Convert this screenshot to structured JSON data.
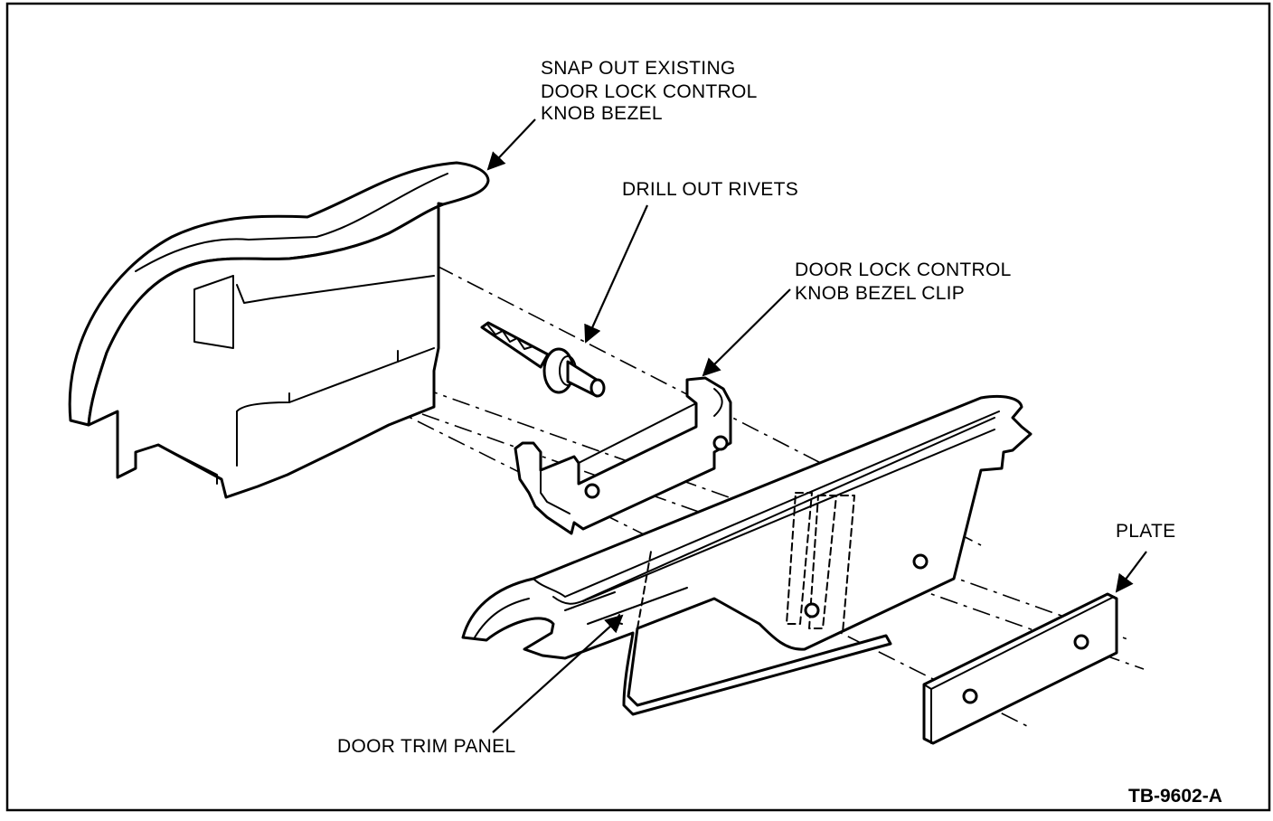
{
  "labels": {
    "bezel_line1": "SNAP OUT EXISTING",
    "bezel_line2": "DOOR LOCK CONTROL",
    "bezel_line3": "KNOB BEZEL",
    "rivets": "DRILL OUT RIVETS",
    "clip_line1": "DOOR LOCK CONTROL",
    "clip_line2": "KNOB BEZEL CLIP",
    "plate": "PLATE",
    "trim_panel": "DOOR TRIM PANEL",
    "figure_code": "TB-9602-A"
  },
  "colors": {
    "ink": "#000000",
    "paper": "#ffffff"
  }
}
